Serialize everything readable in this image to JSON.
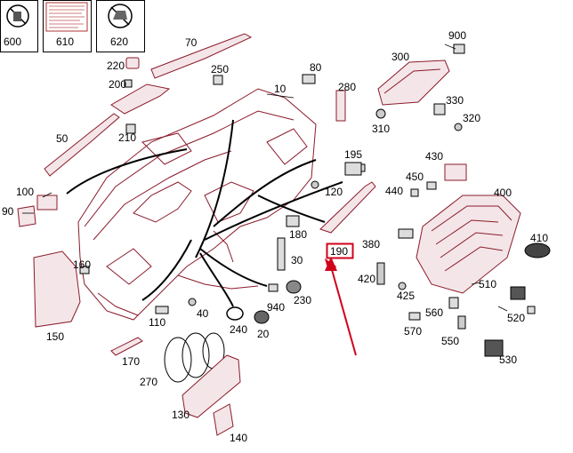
{
  "legend_boxes": [
    {
      "label": "600"
    },
    {
      "label": "610"
    },
    {
      "label": "620"
    }
  ],
  "callouts": [
    {
      "label": "70"
    },
    {
      "label": "220"
    },
    {
      "label": "250"
    },
    {
      "label": "80"
    },
    {
      "label": "200"
    },
    {
      "label": "10"
    },
    {
      "label": "280"
    },
    {
      "label": "300"
    },
    {
      "label": "900"
    },
    {
      "label": "330"
    },
    {
      "label": "320"
    },
    {
      "label": "310"
    },
    {
      "label": "50"
    },
    {
      "label": "210"
    },
    {
      "label": "195"
    },
    {
      "label": "430"
    },
    {
      "label": "450"
    },
    {
      "label": "440"
    },
    {
      "label": "120"
    },
    {
      "label": "400"
    },
    {
      "label": "100"
    },
    {
      "label": "90"
    },
    {
      "label": "180"
    },
    {
      "label": "380"
    },
    {
      "label": "410"
    },
    {
      "label": "30"
    },
    {
      "label": "160"
    },
    {
      "label": "420"
    },
    {
      "label": "510"
    },
    {
      "label": "230"
    },
    {
      "label": "425"
    },
    {
      "label": "940"
    },
    {
      "label": "40"
    },
    {
      "label": "560"
    },
    {
      "label": "520"
    },
    {
      "label": "110"
    },
    {
      "label": "150"
    },
    {
      "label": "240"
    },
    {
      "label": "20"
    },
    {
      "label": "570"
    },
    {
      "label": "550"
    },
    {
      "label": "530"
    },
    {
      "label": "170"
    },
    {
      "label": "270"
    },
    {
      "label": "130"
    },
    {
      "label": "140"
    }
  ],
  "highlight": {
    "label": "190",
    "color": "#d0021b"
  }
}
